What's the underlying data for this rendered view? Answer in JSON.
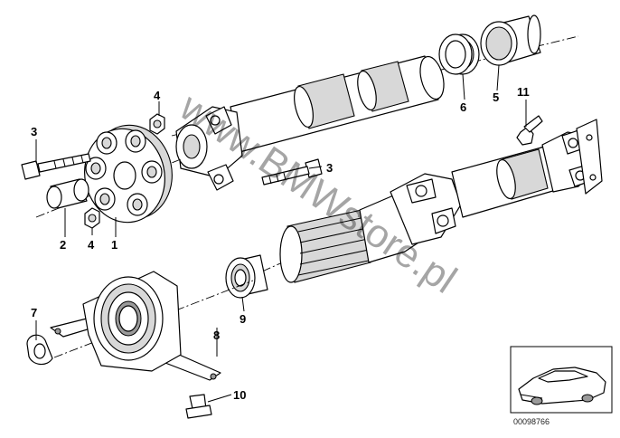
{
  "diagram": {
    "watermark": "www.BMWstore.pl",
    "image_code": "00098766",
    "callouts": [
      {
        "id": "c1",
        "label": "1"
      },
      {
        "id": "c2",
        "label": "2"
      },
      {
        "id": "c3a",
        "label": "3"
      },
      {
        "id": "c3b",
        "label": "3"
      },
      {
        "id": "c4a",
        "label": "4"
      },
      {
        "id": "c4b",
        "label": "4"
      },
      {
        "id": "c5",
        "label": "5"
      },
      {
        "id": "c6",
        "label": "6"
      },
      {
        "id": "c7",
        "label": "7"
      },
      {
        "id": "c8",
        "label": "8"
      },
      {
        "id": "c9",
        "label": "9"
      },
      {
        "id": "c10",
        "label": "10"
      },
      {
        "id": "c11",
        "label": "11"
      }
    ]
  }
}
